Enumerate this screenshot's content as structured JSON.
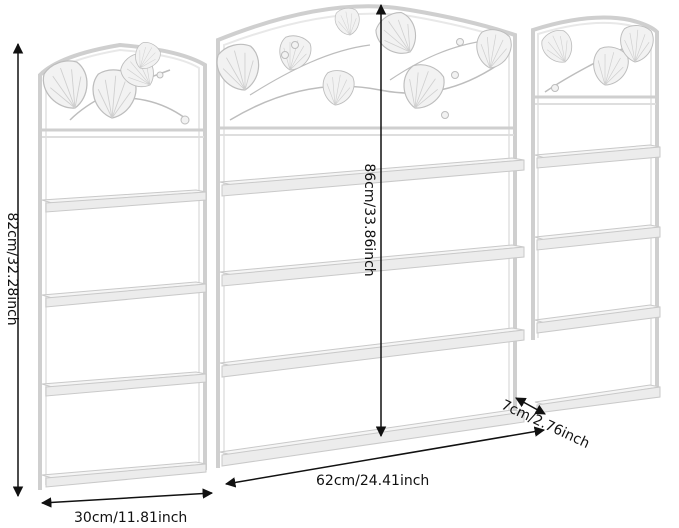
{
  "product": {
    "description_alt": "Set of three white metal wall-mounted shelves with ginkgo leaf decorative tops",
    "colors": {
      "background": "#ffffff",
      "frame": "#f4f4f4",
      "frame_stroke": "#c9c9c9",
      "shelf": "#f7f7f7",
      "dimension_line": "#111111"
    }
  },
  "dimensions": {
    "left_height": "82cm/32.28inch",
    "left_width": "30cm/11.81inch",
    "center_height": "86cm/33.86inch",
    "center_width": "62cm/24.41inch",
    "depth": "7cm/2.76inch"
  }
}
